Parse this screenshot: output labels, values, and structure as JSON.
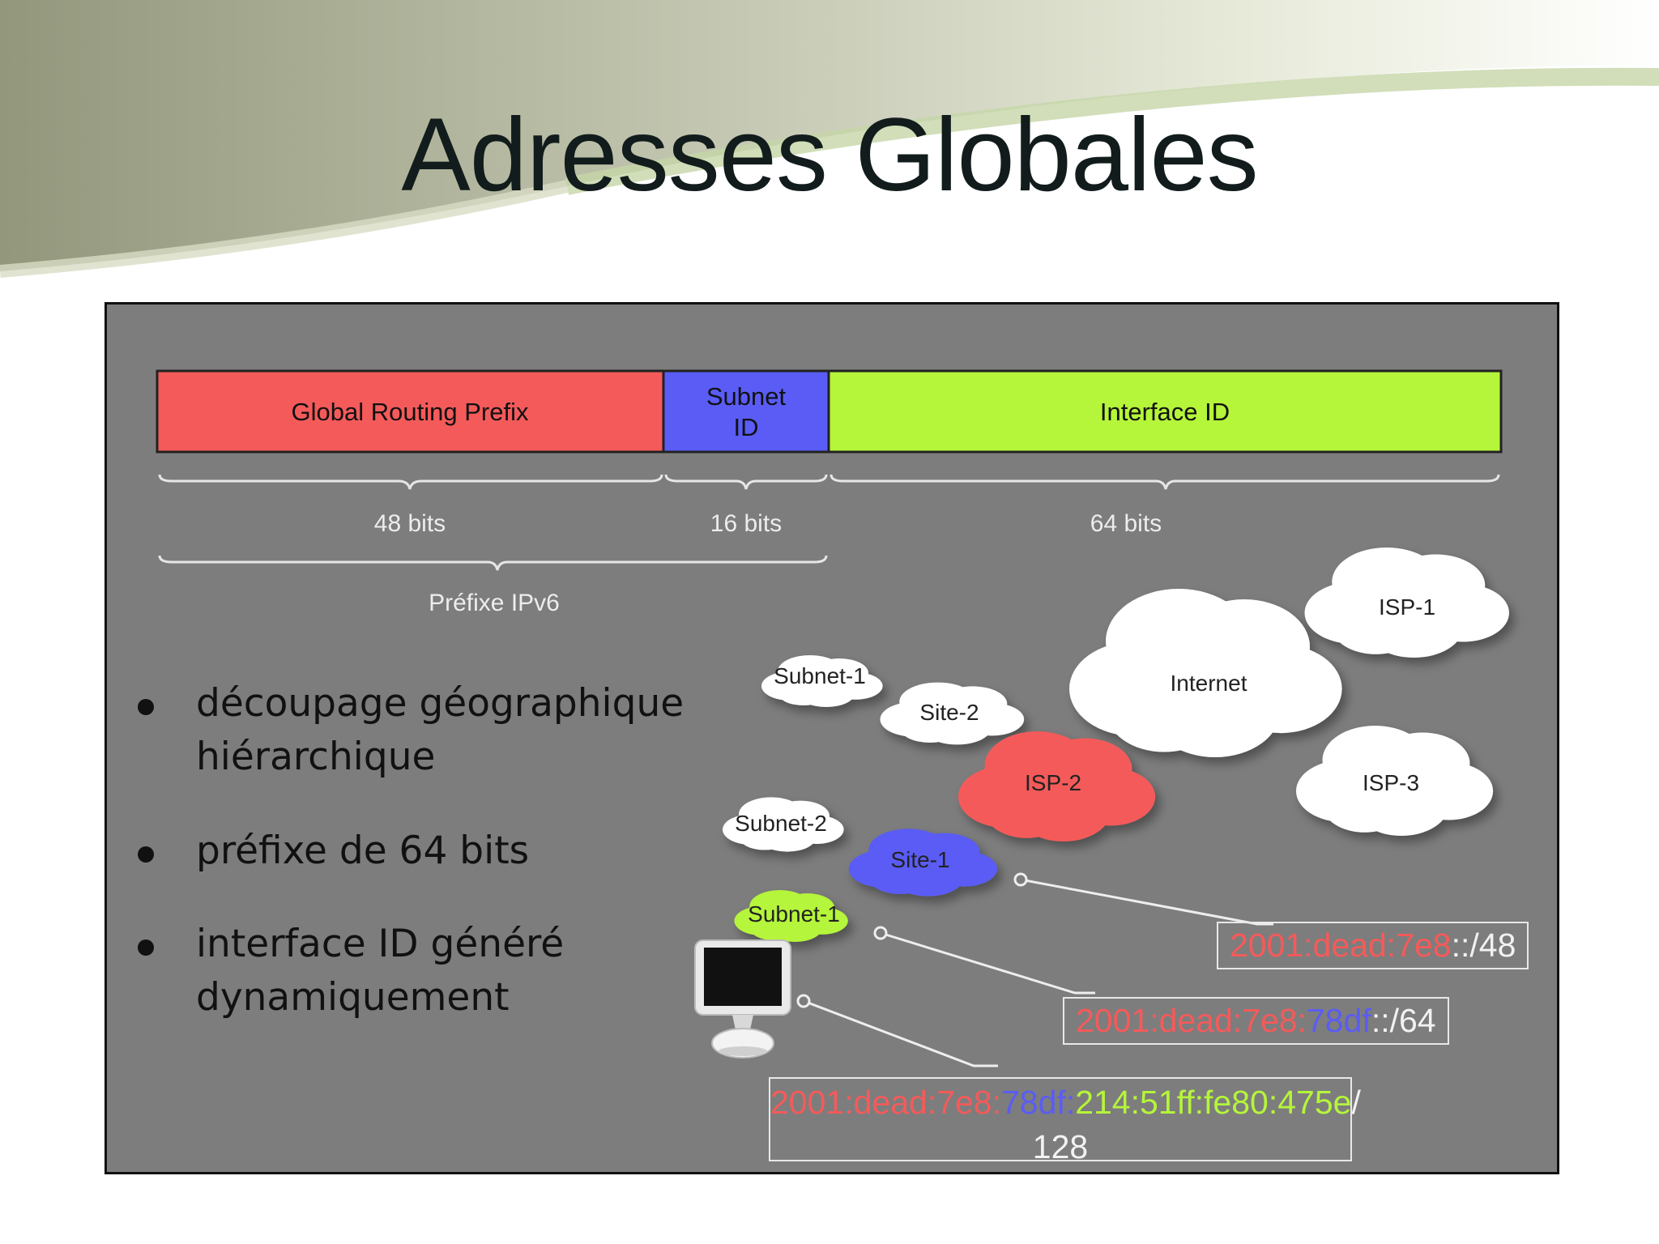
{
  "slide": {
    "title": "Adresses Globales"
  },
  "colors": {
    "prefix": "#f55a5a",
    "subnet": "#5a5cf5",
    "interface": "#b5f53a",
    "panel": "#7d7d7d",
    "title": "#121c1c"
  },
  "address_bar": {
    "segments": [
      {
        "label": "Global Routing Prefix",
        "bits": "48 bits",
        "color": "#f55a5a"
      },
      {
        "label_line1": "Subnet",
        "label_line2": "ID",
        "bits": "16 bits",
        "color": "#5a5cf5"
      },
      {
        "label": "Interface ID",
        "bits": "64 bits",
        "color": "#b5f53a"
      }
    ],
    "prefix_label": "Préfixe IPv6"
  },
  "bullets": [
    "découpage géographique hiérarchique",
    "préfixe de 64 bits",
    "interface ID généré dynamiquement"
  ],
  "network": {
    "clouds": [
      "Internet",
      "ISP-1",
      "ISP-2",
      "ISP-3",
      "Site-1",
      "Site-2",
      "Subnet-1",
      "Subnet-2",
      "Subnet-1"
    ],
    "icons": [
      "computer-icon"
    ]
  },
  "addresses": {
    "a48": {
      "prefix": "2001:dead:7e8",
      "suffix": "::/48"
    },
    "a64": {
      "prefix": "2001:dead:7e8:",
      "subnet": "78df",
      "suffix": "::/64"
    },
    "a128": {
      "prefix": "2001:dead:7e8:",
      "subnet": "78df:",
      "iface": "214:51ff:fe80:475e",
      "slash": "/",
      "len": "128"
    }
  }
}
